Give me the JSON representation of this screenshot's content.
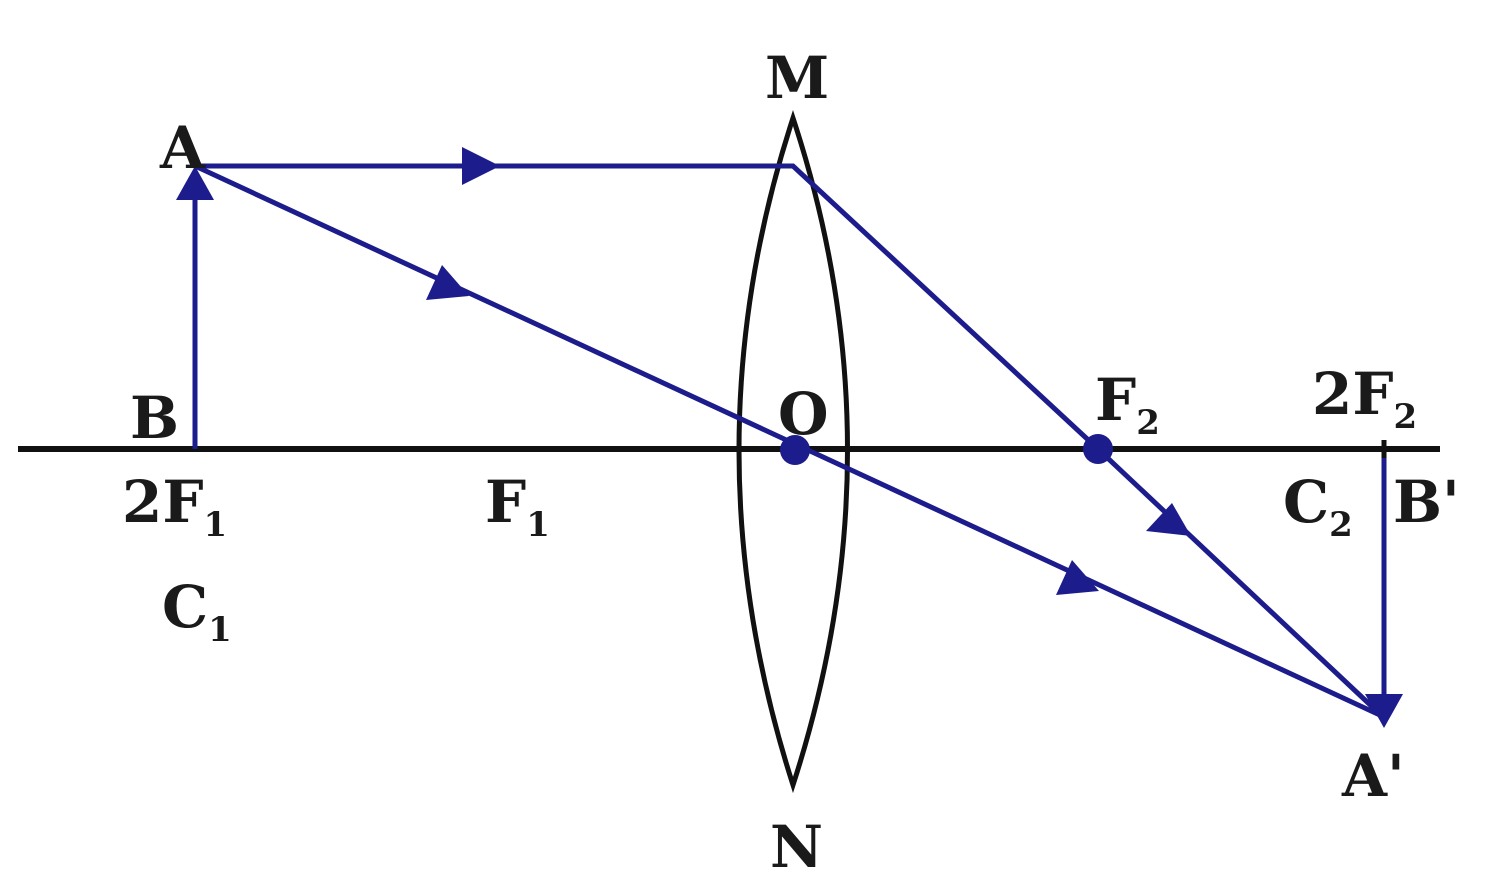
{
  "colors": {
    "ray": "#1c1c8c",
    "axis": "#111111",
    "lens": "#111111",
    "text": "#1a1a1a",
    "background": "#ffffff"
  },
  "labels": {
    "M": "M",
    "N": "N",
    "A": "A",
    "B": "B",
    "O": "O",
    "A_prime": "A'",
    "B_prime": "B'",
    "F1": {
      "main": "F",
      "sub": "1"
    },
    "F2": {
      "main": "F",
      "sub": "2"
    },
    "twoF1": {
      "main": "2F",
      "sub": "1"
    },
    "twoF2": {
      "main": "2F",
      "sub": "2"
    },
    "C1": {
      "main": "C",
      "sub": "1"
    },
    "C2": {
      "main": "C",
      "sub": "2"
    }
  }
}
